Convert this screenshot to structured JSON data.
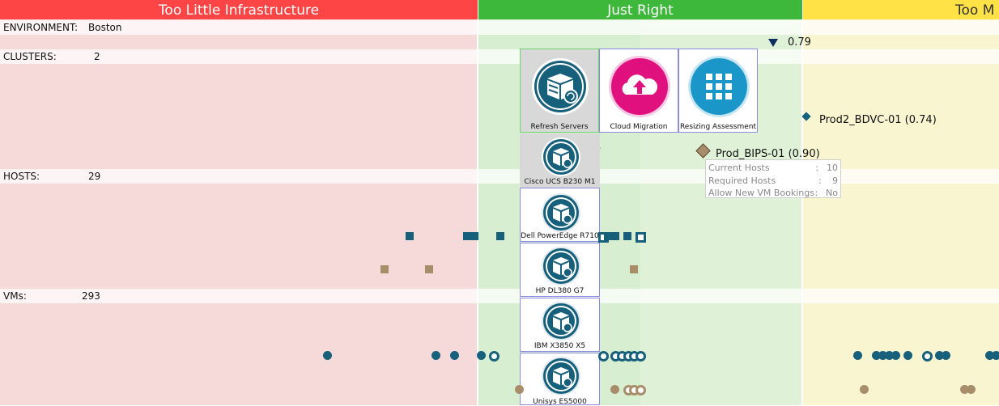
{
  "zones": {
    "too_little": "Too Little Infrastructure",
    "just_right": "Just Right",
    "too_much": "Too M"
  },
  "rows": {
    "environment": {
      "label": "ENVIRONMENT:",
      "value": "Boston"
    },
    "clusters": {
      "label": "CLUSTERS:",
      "value": "2"
    },
    "hosts": {
      "label": "HOSTS:",
      "value": "29"
    },
    "vms": {
      "label": "VMs:",
      "value": "293"
    }
  },
  "environment_score": "0.79",
  "clusters": [
    {
      "name": "Prod2_BDVC-01 (0.74)",
      "color": "#17607b"
    },
    {
      "name": "Prod_BIPS-01 (0.90)",
      "color": "#a88d6a"
    }
  ],
  "tooltip": {
    "rows": [
      {
        "key": "Current Hosts",
        "sep": ":",
        "value": "10"
      },
      {
        "key": "Required Hosts",
        "sep": ":",
        "value": "9"
      },
      {
        "key": "Allow New VM Bookings",
        "sep": ":",
        "value": "No"
      }
    ]
  },
  "actions": [
    {
      "label": "Refresh Servers",
      "icon": "server-refresh-icon",
      "color": "#17607b"
    },
    {
      "label": "Cloud Migration",
      "icon": "cloud-upload-icon",
      "color": "#e0107f"
    },
    {
      "label": "Resizing Assessment",
      "icon": "grid-icon",
      "color": "#1a96c8"
    }
  ],
  "server_models": [
    "Cisco UCS B230 M1",
    "Dell PowerEdge R710",
    "HP DL380 G7",
    "IBM X3850 X5",
    "Unisys ES5000"
  ],
  "colors": {
    "red": "#fd4545",
    "green": "#3db83b",
    "yellow": "#ffe346",
    "teal": "#17607b",
    "tan": "#a88d6a"
  }
}
